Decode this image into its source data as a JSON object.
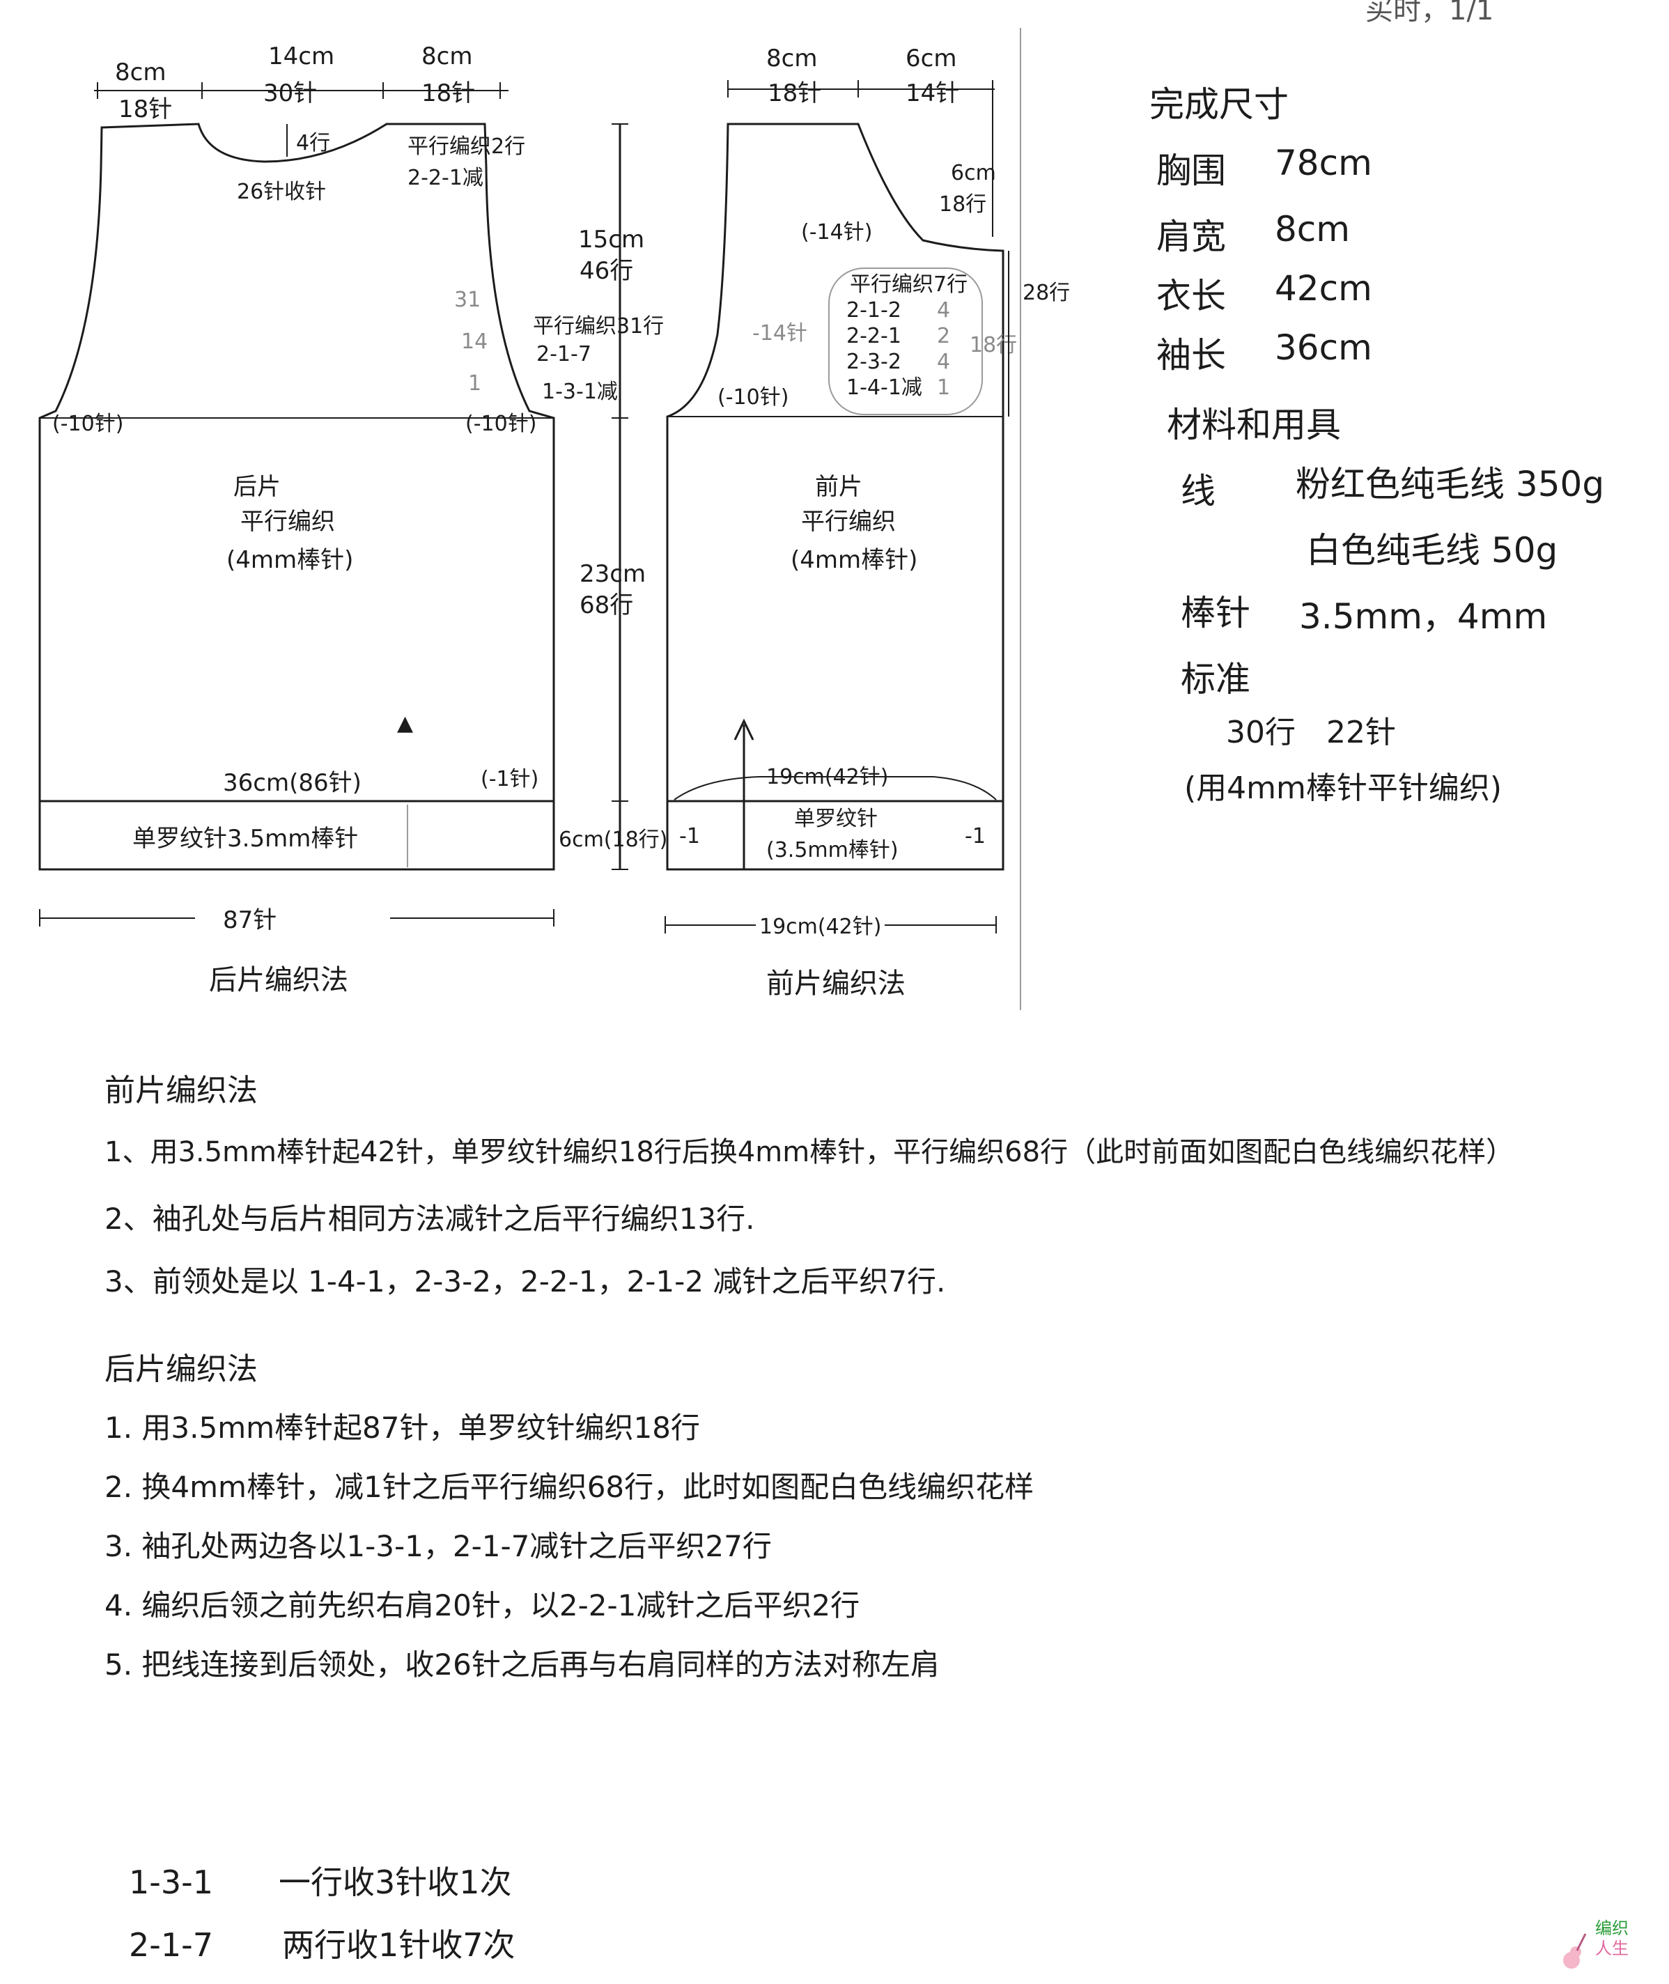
{
  "top_truncated": "买时，1/1",
  "back": {
    "neck_left_w": "8cm",
    "neck_left_sts": "18针",
    "neck_mid_w": "14cm",
    "neck_mid_sts": "30针",
    "neck_right_w": "8cm",
    "neck_right_sts": "18针",
    "neck_depth": "4行",
    "neck_bindoff": "26针收针",
    "shoulder_rule_1": "平行编织2行",
    "shoulder_rule_2": "2-2-1减",
    "armhole_cm": "15cm",
    "armhole_rows": "46行",
    "armhole_rule_1": "平行编织31行",
    "armhole_rule_2": "2-1-7",
    "armhole_rule_3": "1-3-1减",
    "faint_31": "31",
    "faint_14": "14",
    "faint_1": "1",
    "dec_left": "(-10针)",
    "dec_right": "(-10针)",
    "title": "后片",
    "stitch": "平行编织",
    "needle": "(4mm棒针)",
    "body_cm": "23cm",
    "body_rows": "68行",
    "width_label": "36cm(86针)",
    "dec_one": "(-1针)",
    "rib_label": "单罗纹针3.5mm棒针",
    "rib_height": "6cm(18行)",
    "bottom_sts": "87针",
    "caption": "后片编织法"
  },
  "front": {
    "top_left_w": "8cm",
    "top_left_sts": "18针",
    "top_right_w": "6cm",
    "top_right_sts": "14针",
    "neck_h_cm": "6cm",
    "neck_h_rows": "18行",
    "neck_dec": "(-14针)",
    "neck_rule_1": "平行编织7行",
    "neck_rule_2": "2-1-2",
    "neck_rule_3": "2-2-1",
    "neck_rule_4": "2-3-2",
    "neck_rule_5": "1-4-1减",
    "neck_rows": "28行",
    "faint_dec": "-14针",
    "faint_nums": [
      "4",
      "2",
      "4",
      "1"
    ],
    "faint_rows": "18行",
    "arm_dec": "(-10针)",
    "title": "前片",
    "stitch": "平行编织",
    "needle": "(4mm棒针)",
    "width_label": "19cm(42针)",
    "rib_title": "单罗纹针",
    "rib_needle": "(3.5mm棒针)",
    "rib_dec_l": "-1",
    "rib_dec_r": "-1",
    "bottom_label": "19cm(42针)",
    "caption": "前片编织法"
  },
  "specs": {
    "heading": "完成尺寸",
    "rows": [
      {
        "label": "胸围",
        "value": "78cm"
      },
      {
        "label": "肩宽",
        "value": "8cm"
      },
      {
        "label": "衣长",
        "value": "42cm"
      },
      {
        "label": "袖长",
        "value": "36cm"
      }
    ],
    "materials_heading": "材料和用具",
    "yarn_label": "线",
    "yarn_1": "粉红色纯毛线 350g",
    "yarn_2": "白色纯毛线 50g",
    "needle_label": "棒针",
    "needle_value": "3.5mm，4mm",
    "gauge_label": "标准",
    "gauge_value": "30行　22针",
    "gauge_note": "(用4mm棒针平针编织)"
  },
  "notes": {
    "front_heading": "前片编织法",
    "front_1": "1、用3.5mm棒针起42针，单罗纹针编织18行后换4mm棒针，平行编织68行（此时前面如图配白色线编织花样）",
    "front_2": "2、袖孔处与后片相同方法减针之后平行编织13行.",
    "front_3": "3、前领处是以 1-4-1，2-3-2，2-2-1，2-1-2 减针之后平织7行.",
    "back_heading": "后片编织法",
    "back_1": "1. 用3.5mm棒针起87针，单罗纹针编织18行",
    "back_2": "2. 换4mm棒针，减1针之后平行编织68行，此时如图配白色线编织花样",
    "back_3": "3. 袖孔处两边各以1-3-1，2-1-7减针之后平织27行",
    "back_4": "4. 编织后领之前先织右肩20针，以2-2-1减针之后平织2行",
    "back_5": "5. 把线连接到后领处，收26针之后再与右肩同样的方法对称左肩",
    "legend_1_code": "1-3-1",
    "legend_1_text": "一行收3针收1次",
    "legend_2_code": "2-1-7",
    "legend_2_text": "两行收1针收7次"
  },
  "watermark": {
    "line1": "编织",
    "line2": "人生"
  }
}
